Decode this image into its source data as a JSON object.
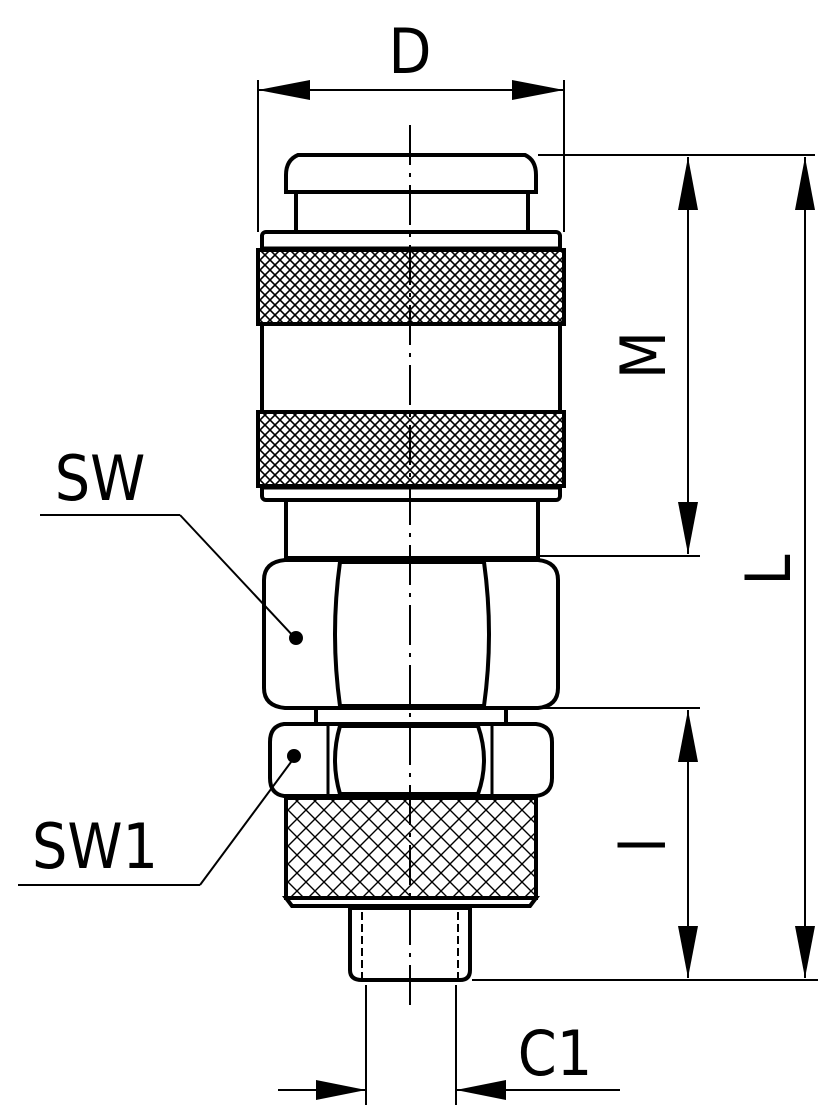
{
  "drawing": {
    "labels": {
      "diameter": "D",
      "socket_length": "M",
      "overall_length": "L",
      "hex_size": "SW",
      "nut_size": "SW1",
      "nut_length": "l",
      "tube_diameter": "C1"
    }
  }
}
